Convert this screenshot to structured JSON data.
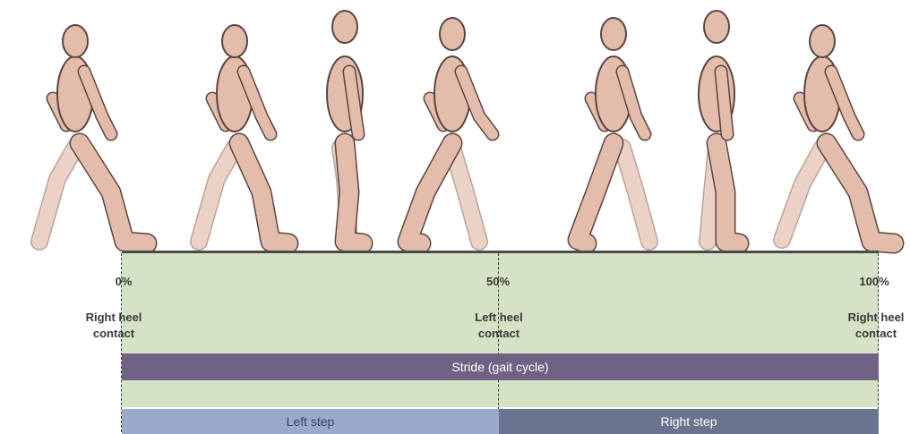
{
  "markers": [
    {
      "percent": "0%",
      "event_line1": "Right heel",
      "event_line2": "contact"
    },
    {
      "percent": "50%",
      "event_line1": "Left heel",
      "event_line2": "contact"
    },
    {
      "percent": "100%",
      "event_line1": "Right heel",
      "event_line2": "contact"
    }
  ],
  "stride_label": "Stride (gait cycle)",
  "left_step_label": "Left step",
  "right_step_label": "Right step",
  "colors": {
    "skin": "#e3bcab",
    "skin_far_limb": "#ecd2c6",
    "outline": "#5a4640",
    "band": "#d6e2c5",
    "stride": "#6f6284",
    "left_step": "#9aaacb",
    "right_step": "#6a7490"
  }
}
